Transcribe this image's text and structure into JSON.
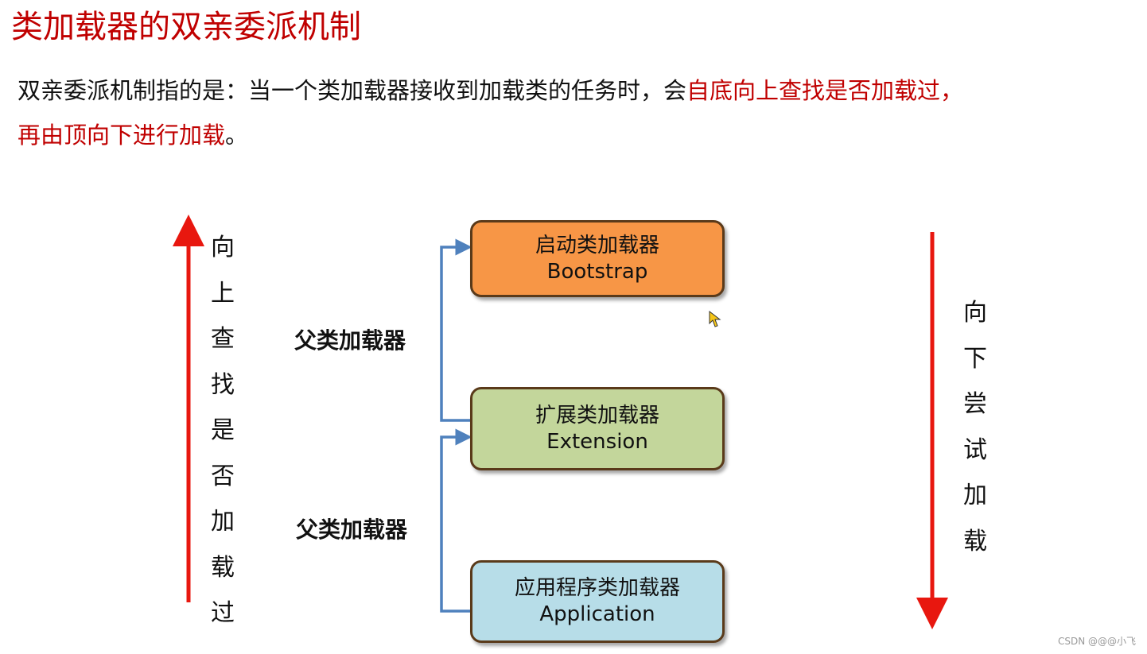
{
  "title": "类加载器的双亲委派机制",
  "description": {
    "line1_prefix": "双亲委派机制指的是：当一个类加载器接收到加载类的任务时，会",
    "line1_highlight": "自底向上查找是否加载过，",
    "line2_highlight": "再由顶向下进行加载",
    "line2_suffix": "。"
  },
  "left_label_chars": [
    "向",
    "上",
    "查",
    "找",
    "是",
    "否",
    "加",
    "载",
    "过"
  ],
  "right_label_chars": [
    "向",
    "下",
    "尝",
    "试",
    "加",
    "载"
  ],
  "boxes": [
    {
      "cn": "启动类加载器",
      "en": "Bootstrap",
      "color": "#f79646"
    },
    {
      "cn": "扩展类加载器",
      "en": "Extension",
      "color": "#c3d69b"
    },
    {
      "cn": "应用程序类加载器",
      "en": "Application",
      "color": "#b7dde8"
    }
  ],
  "parent_labels": [
    "父类加载器",
    "父类加载器"
  ],
  "watermark": "CSDN @@@小飞",
  "colors": {
    "accent_red": "#c00000",
    "arrow_red": "#e8170f",
    "connector_blue": "#4f81bd",
    "box_border": "#5a3a1a"
  }
}
